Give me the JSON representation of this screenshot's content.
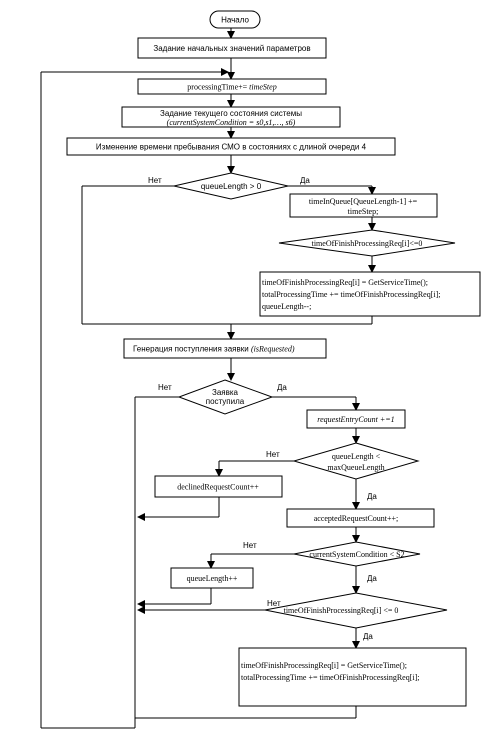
{
  "start": "Начало",
  "init": "Задание начальных значений параметров",
  "processing_time": {
    "text": "processingTime+= ",
    "italic": "timeStep"
  },
  "set_state": {
    "line1": "Задание текущего состояния системы",
    "line2": "(currentSystemCondition = s0,s1,…, s6)"
  },
  "change_time": "Изменение времени пребывания СМО в состояниях с длиной очереди 4",
  "cond_queue": "queueLength > 0",
  "time_in_queue": {
    "line1": "timeInQueue[QueueLength-1] +=",
    "line2": "timeStep;"
  },
  "cond_finish1": "timeOfFinishProcessingReq[i]<=0",
  "finish_block1": {
    "line1": "timeOfFinishProcessingReq[i] = GetServiceTime();",
    "line2": "totalProcessingTime += timeOfFinishProcessingReq[i];",
    "line3": "queueLength--;"
  },
  "gen_request": {
    "text": "Генерация поступления заявки ",
    "italic": "(isRequested)"
  },
  "cond_request": {
    "line1": "Заявка",
    "line2": "поступила"
  },
  "entry_count": "requestEntryCount +=1",
  "cond_max_queue": {
    "line1": "queueLength <",
    "line2": "maxQueueLength"
  },
  "declined": "declinedRequestCount++",
  "accepted": "acceptedRequestCount++;",
  "cond_s2": "currentSystemCondition < S2",
  "queue_inc": "queueLength++",
  "cond_finish2": "timeOfFinishProcessingReq[i] <= 0",
  "finish_block2": {
    "line1": "timeOfFinishProcessingReq[i] = GetServiceTime();",
    "line2": "totalProcessingTime += timeOfFinishProcessingReq[i];"
  },
  "labels": {
    "yes": "Да",
    "no": "Нет"
  }
}
